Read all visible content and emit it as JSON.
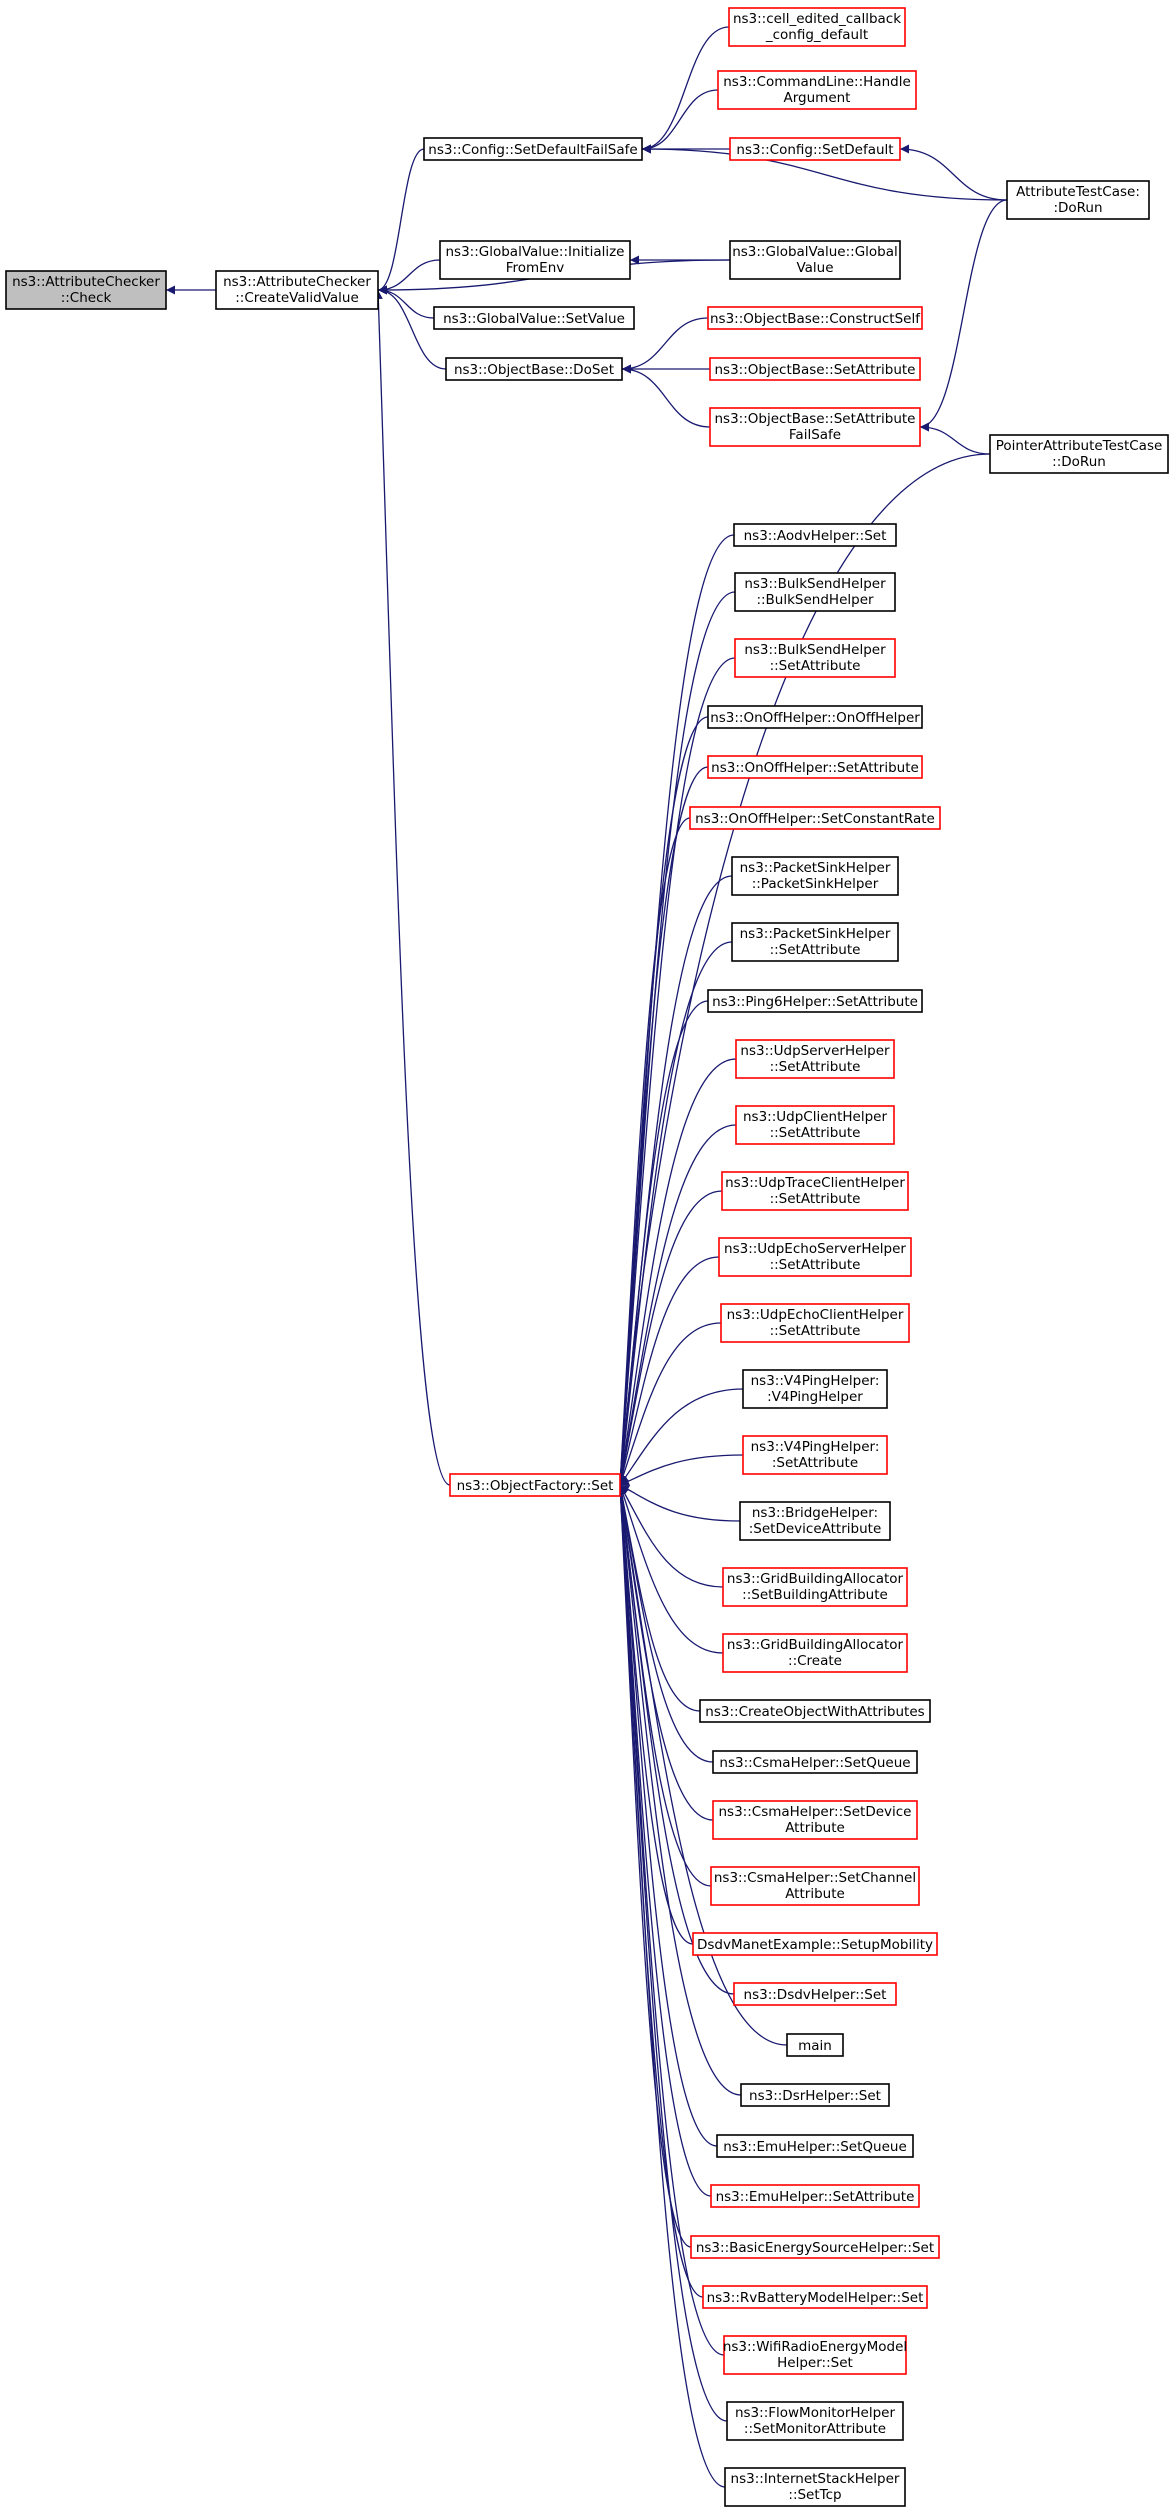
{
  "colors": {
    "edge": "#191970",
    "border_documented": "#000000",
    "border_undocumented": "#ff0000",
    "focus_fill": "#bfbfbf",
    "fill": "#ffffff"
  },
  "nodes": [
    {
      "id": "check",
      "lines": [
        "ns3::AttributeChecker",
        "::Check"
      ],
      "style": "focus"
    },
    {
      "id": "createvalid",
      "lines": [
        "ns3::AttributeChecker",
        "::CreateValidValue"
      ],
      "style": "black"
    },
    {
      "id": "setdefaultfailsafe",
      "lines": [
        "ns3::Config::SetDefaultFailSafe"
      ],
      "style": "black"
    },
    {
      "id": "gvinitfromenv",
      "lines": [
        "ns3::GlobalValue::Initialize",
        "FromEnv"
      ],
      "style": "black"
    },
    {
      "id": "gvsetvalue",
      "lines": [
        "ns3::GlobalValue::SetValue"
      ],
      "style": "black"
    },
    {
      "id": "obdoset",
      "lines": [
        "ns3::ObjectBase::DoSet"
      ],
      "style": "black"
    },
    {
      "id": "ofset",
      "lines": [
        "ns3::ObjectFactory::Set"
      ],
      "style": "red"
    },
    {
      "id": "cellcb",
      "lines": [
        "ns3::cell_edited_callback",
        "_config_default"
      ],
      "style": "red"
    },
    {
      "id": "cmdhandle",
      "lines": [
        "ns3::CommandLine::Handle",
        "Argument"
      ],
      "style": "red"
    },
    {
      "id": "cfgsetdefault",
      "lines": [
        "ns3::Config::SetDefault"
      ],
      "style": "red"
    },
    {
      "id": "gvglobalvalue",
      "lines": [
        "ns3::GlobalValue::Global",
        "Value"
      ],
      "style": "black"
    },
    {
      "id": "obconstructself",
      "lines": [
        "ns3::ObjectBase::ConstructSelf"
      ],
      "style": "red"
    },
    {
      "id": "obsetattr",
      "lines": [
        "ns3::ObjectBase::SetAttribute"
      ],
      "style": "red"
    },
    {
      "id": "obsetattrfs",
      "lines": [
        "ns3::ObjectBase::SetAttribute",
        "FailSafe"
      ],
      "style": "red"
    },
    {
      "id": "attrtestcase",
      "lines": [
        "AttributeTestCase:",
        ":DoRun"
      ],
      "style": "black"
    },
    {
      "id": "ptrtestcase",
      "lines": [
        "PointerAttributeTestCase",
        "::DoRun"
      ],
      "style": "black"
    },
    {
      "id": "aodvset",
      "lines": [
        "ns3::AodvHelper::Set"
      ],
      "style": "black"
    },
    {
      "id": "bulkctor",
      "lines": [
        "ns3::BulkSendHelper",
        "::BulkSendHelper"
      ],
      "style": "black"
    },
    {
      "id": "bulksetattr",
      "lines": [
        "ns3::BulkSendHelper",
        "::SetAttribute"
      ],
      "style": "red"
    },
    {
      "id": "onoffctor",
      "lines": [
        "ns3::OnOffHelper::OnOffHelper"
      ],
      "style": "black"
    },
    {
      "id": "onoffsetattr",
      "lines": [
        "ns3::OnOffHelper::SetAttribute"
      ],
      "style": "red"
    },
    {
      "id": "onoffrate",
      "lines": [
        "ns3::OnOffHelper::SetConstantRate"
      ],
      "style": "red"
    },
    {
      "id": "sinkctor",
      "lines": [
        "ns3::PacketSinkHelper",
        "::PacketSinkHelper"
      ],
      "style": "black"
    },
    {
      "id": "sinksetattr",
      "lines": [
        "ns3::PacketSinkHelper",
        "::SetAttribute"
      ],
      "style": "black"
    },
    {
      "id": "ping6setattr",
      "lines": [
        "ns3::Ping6Helper::SetAttribute"
      ],
      "style": "black"
    },
    {
      "id": "udpserver",
      "lines": [
        "ns3::UdpServerHelper",
        "::SetAttribute"
      ],
      "style": "red"
    },
    {
      "id": "udpclient",
      "lines": [
        "ns3::UdpClientHelper",
        "::SetAttribute"
      ],
      "style": "red"
    },
    {
      "id": "udptrace",
      "lines": [
        "ns3::UdpTraceClientHelper",
        "::SetAttribute"
      ],
      "style": "red"
    },
    {
      "id": "udpechoserver",
      "lines": [
        "ns3::UdpEchoServerHelper",
        "::SetAttribute"
      ],
      "style": "red"
    },
    {
      "id": "udpechoclient",
      "lines": [
        "ns3::UdpEchoClientHelper",
        "::SetAttribute"
      ],
      "style": "red"
    },
    {
      "id": "v4pingctor",
      "lines": [
        "ns3::V4PingHelper:",
        ":V4PingHelper"
      ],
      "style": "black"
    },
    {
      "id": "v4pingsetattr",
      "lines": [
        "ns3::V4PingHelper:",
        ":SetAttribute"
      ],
      "style": "red"
    },
    {
      "id": "bridgesetdev",
      "lines": [
        "ns3::BridgeHelper:",
        ":SetDeviceAttribute"
      ],
      "style": "black"
    },
    {
      "id": "gridsetbuilding",
      "lines": [
        "ns3::GridBuildingAllocator",
        "::SetBuildingAttribute"
      ],
      "style": "red"
    },
    {
      "id": "gridcreate",
      "lines": [
        "ns3::GridBuildingAllocator",
        "::Create"
      ],
      "style": "red"
    },
    {
      "id": "createobjattr",
      "lines": [
        "ns3::CreateObjectWithAttributes"
      ],
      "style": "black"
    },
    {
      "id": "csmasetqueue",
      "lines": [
        "ns3::CsmaHelper::SetQueue"
      ],
      "style": "black"
    },
    {
      "id": "csmasetdev",
      "lines": [
        "ns3::CsmaHelper::SetDevice",
        "Attribute"
      ],
      "style": "red"
    },
    {
      "id": "csmasetchan",
      "lines": [
        "ns3::CsmaHelper::SetChannel",
        "Attribute"
      ],
      "style": "red"
    },
    {
      "id": "dsdvmobility",
      "lines": [
        "DsdvManetExample::SetupMobility"
      ],
      "style": "red"
    },
    {
      "id": "dsdvset",
      "lines": [
        "ns3::DsdvHelper::Set"
      ],
      "style": "red"
    },
    {
      "id": "main",
      "lines": [
        "main"
      ],
      "style": "black"
    },
    {
      "id": "dsrset",
      "lines": [
        "ns3::DsrHelper::Set"
      ],
      "style": "black"
    },
    {
      "id": "emusetqueue",
      "lines": [
        "ns3::EmuHelper::SetQueue"
      ],
      "style": "black"
    },
    {
      "id": "emusetattr",
      "lines": [
        "ns3::EmuHelper::SetAttribute"
      ],
      "style": "red"
    },
    {
      "id": "basicenergy",
      "lines": [
        "ns3::BasicEnergySourceHelper::Set"
      ],
      "style": "red"
    },
    {
      "id": "rvbattery",
      "lines": [
        "ns3::RvBatteryModelHelper::Set"
      ],
      "style": "red"
    },
    {
      "id": "wifienergy",
      "lines": [
        "ns3::WifiRadioEnergyModel",
        "Helper::Set"
      ],
      "style": "red"
    },
    {
      "id": "flowmon",
      "lines": [
        "ns3::FlowMonitorHelper",
        "::SetMonitorAttribute"
      ],
      "style": "black"
    },
    {
      "id": "inetstack",
      "lines": [
        "ns3::InternetStackHelper",
        "::SetTcp"
      ],
      "style": "black"
    }
  ],
  "edges": [
    [
      "createvalid",
      "check"
    ],
    [
      "setdefaultfailsafe",
      "createvalid"
    ],
    [
      "gvinitfromenv",
      "createvalid"
    ],
    [
      "gvsetvalue",
      "createvalid"
    ],
    [
      "obdoset",
      "createvalid"
    ],
    [
      "ofset",
      "createvalid"
    ],
    [
      "gvglobalvalue",
      "createvalid"
    ],
    [
      "cellcb",
      "setdefaultfailsafe"
    ],
    [
      "cmdhandle",
      "setdefaultfailsafe"
    ],
    [
      "cfgsetdefault",
      "setdefaultfailsafe"
    ],
    [
      "attrtestcase",
      "setdefaultfailsafe"
    ],
    [
      "attrtestcase",
      "cfgsetdefault"
    ],
    [
      "gvglobalvalue",
      "gvinitfromenv"
    ],
    [
      "obconstructself",
      "obdoset"
    ],
    [
      "obsetattr",
      "obdoset"
    ],
    [
      "obsetattrfs",
      "obdoset"
    ],
    [
      "attrtestcase",
      "obsetattrfs"
    ],
    [
      "ptrtestcase",
      "obsetattrfs"
    ],
    [
      "ptrtestcase",
      "ofset"
    ],
    [
      "aodvset",
      "ofset"
    ],
    [
      "bulkctor",
      "ofset"
    ],
    [
      "bulksetattr",
      "ofset"
    ],
    [
      "onoffctor",
      "ofset"
    ],
    [
      "onoffsetattr",
      "ofset"
    ],
    [
      "onoffrate",
      "ofset"
    ],
    [
      "sinkctor",
      "ofset"
    ],
    [
      "sinksetattr",
      "ofset"
    ],
    [
      "ping6setattr",
      "ofset"
    ],
    [
      "udpserver",
      "ofset"
    ],
    [
      "udpclient",
      "ofset"
    ],
    [
      "udptrace",
      "ofset"
    ],
    [
      "udpechoserver",
      "ofset"
    ],
    [
      "udpechoclient",
      "ofset"
    ],
    [
      "v4pingctor",
      "ofset"
    ],
    [
      "v4pingsetattr",
      "ofset"
    ],
    [
      "bridgesetdev",
      "ofset"
    ],
    [
      "gridsetbuilding",
      "ofset"
    ],
    [
      "gridcreate",
      "ofset"
    ],
    [
      "createobjattr",
      "ofset"
    ],
    [
      "csmasetqueue",
      "ofset"
    ],
    [
      "csmasetdev",
      "ofset"
    ],
    [
      "csmasetchan",
      "ofset"
    ],
    [
      "dsdvmobility",
      "ofset"
    ],
    [
      "dsdvset",
      "ofset"
    ],
    [
      "main",
      "ofset"
    ],
    [
      "dsrset",
      "ofset"
    ],
    [
      "emusetqueue",
      "ofset"
    ],
    [
      "emusetattr",
      "ofset"
    ],
    [
      "basicenergy",
      "ofset"
    ],
    [
      "rvbattery",
      "ofset"
    ],
    [
      "wifienergy",
      "ofset"
    ],
    [
      "flowmon",
      "ofset"
    ],
    [
      "inetstack",
      "ofset"
    ]
  ]
}
